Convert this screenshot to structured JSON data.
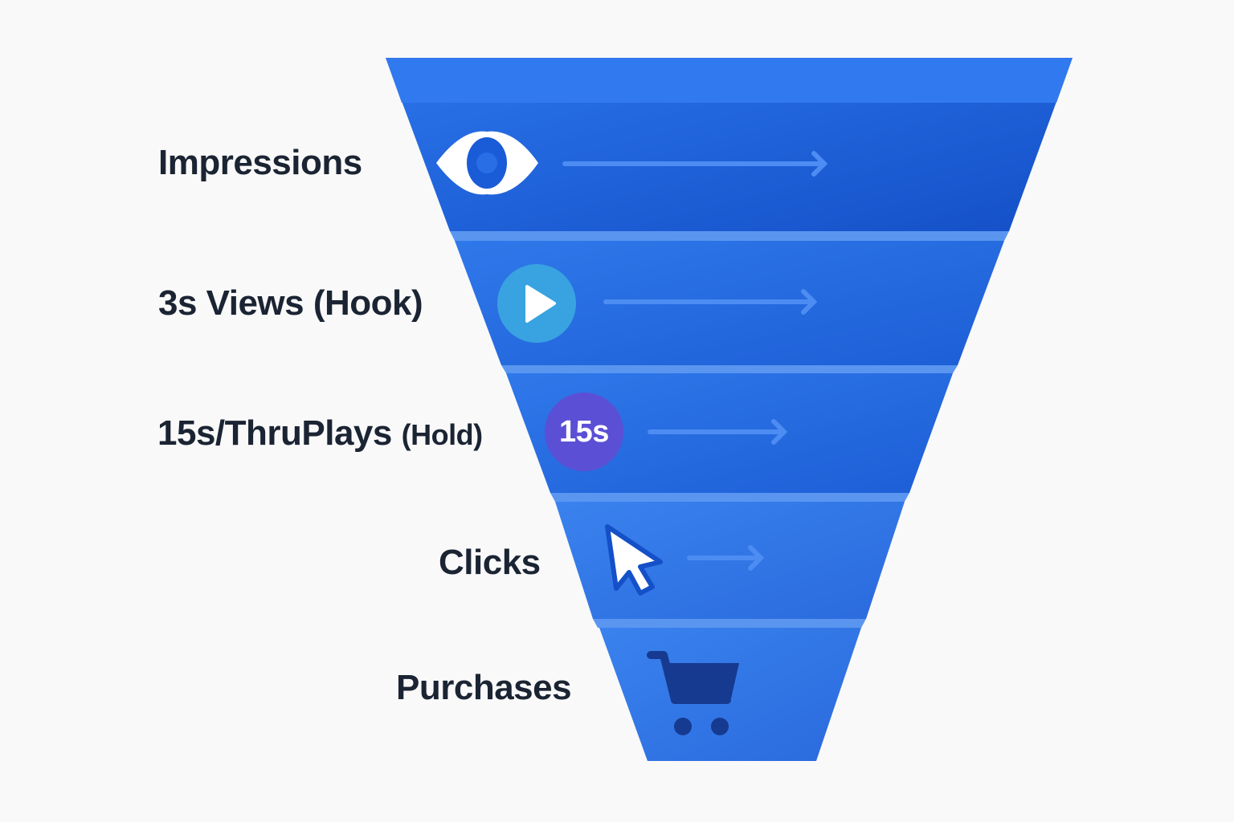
{
  "funnel": {
    "stages": [
      {
        "label": "Impressions",
        "icon": "eye-icon"
      },
      {
        "label": "3s Views (Hook)",
        "icon": "play-icon"
      },
      {
        "label": "15s/ThruPlays",
        "label_suffix": "(Hold)",
        "icon": "15s-badge-icon",
        "badge_text": "15s"
      },
      {
        "label": "Clicks",
        "icon": "cursor-icon"
      },
      {
        "label": "Purchases",
        "icon": "shopping-cart-icon"
      }
    ]
  },
  "colors": {
    "funnel_blue": "#2468e0",
    "funnel_light": "#5a96f0",
    "play_circle": "#38a3e0",
    "badge_purple": "#5b4fd6",
    "cart_dark": "#163a8f",
    "text": "#1b2433"
  }
}
